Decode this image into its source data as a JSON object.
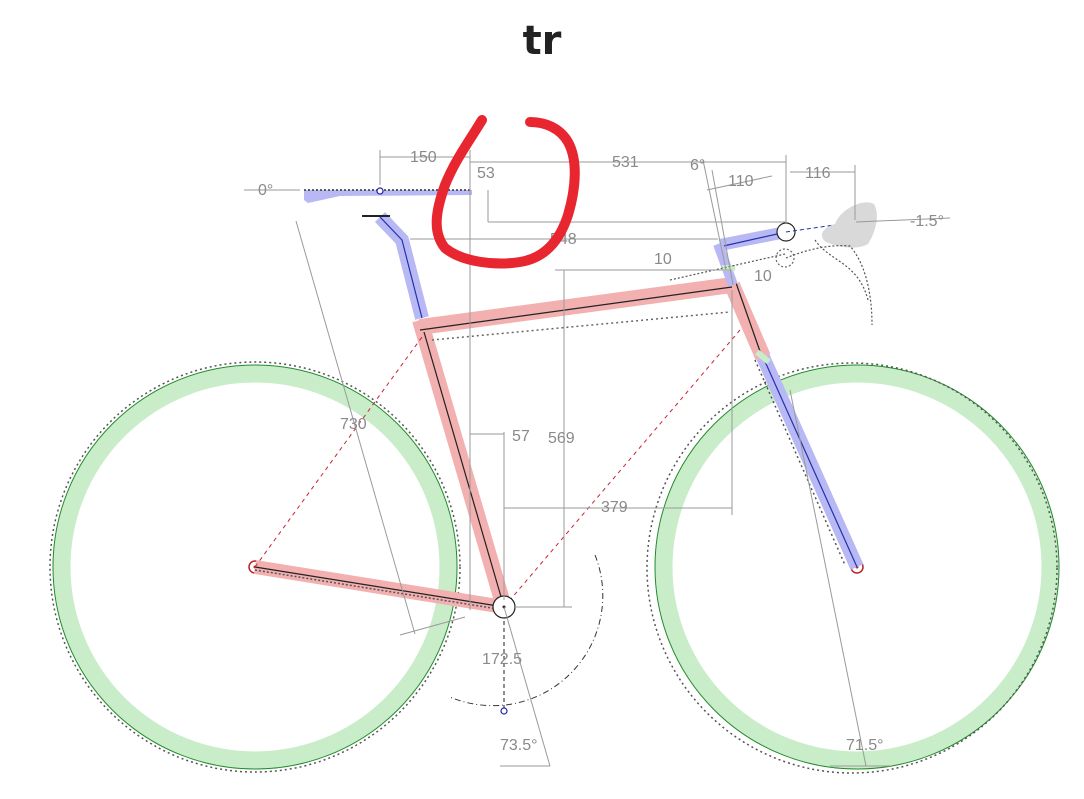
{
  "title": "tr",
  "colors": {
    "frame": "#f2b0b0",
    "cockpit": "#b8b8f4",
    "tire": "#c9ecc9",
    "line": "#999999",
    "annotation": "#e8262f"
  },
  "icons": [
    "brake-hood-icon",
    "seat-icon",
    "handlebar-icon"
  ],
  "dimensions": {
    "saddle_setback": "150",
    "saddle_drop": "53",
    "reach_to_bars": "531",
    "stem_angle": "6°",
    "stem_length": "110",
    "bar_reach": "116",
    "bar_angle": "-1.5°",
    "saddle_angle": "0°",
    "saddle_to_bar": "548",
    "spacer_1": "10",
    "spacer_2": "10",
    "saddle_height": "730",
    "bb_offset": "57",
    "stack": "569",
    "reach": "379",
    "crank_length": "172.5",
    "seat_angle": "73.5°",
    "head_angle": "71.5°"
  }
}
